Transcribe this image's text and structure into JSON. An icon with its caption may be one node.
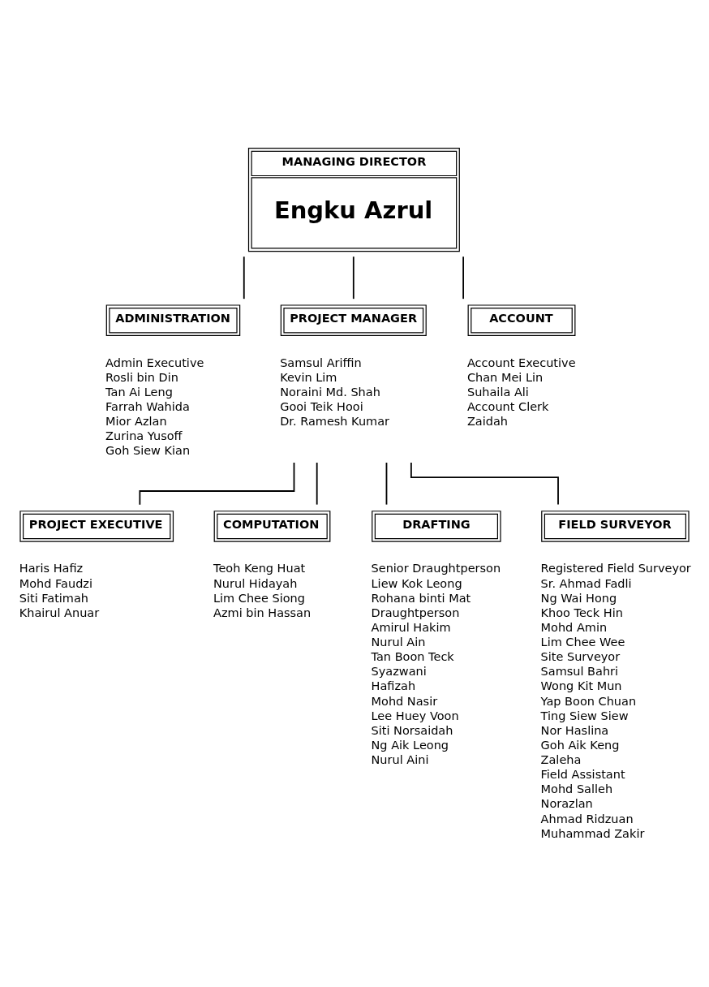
{
  "diagram": {
    "nodes": [
      {
        "text": [
          "MANAGING DIRECTOR",
          "Engku Azrul"
        ]
      },
      {
        "text": [
          "ADMINISTRATION"
        ],
        "beside": [
          "Admin Executive",
          "Rosli bin Din",
          "Tan Ai Leng",
          "Farrah Wahida",
          "Mior Azlan",
          "Zurina Yusoff",
          "Goh Siew Kian"
        ]
      },
      {
        "text": [
          "PROJECT MANAGER"
        ],
        "beside": [
          "Samsul Ariffin",
          "Kevin Lim",
          "Noraini Md. Shah",
          "Gooi Teik Hooi",
          "Dr. Ramesh Kumar"
        ]
      },
      {
        "text": [
          "ACCOUNT"
        ],
        "beside": [
          "Account Executive",
          "Chan Mei Lin",
          "Suhaila Ali",
          "Account Clerk",
          "Zaidah"
        ]
      },
      {
        "text": [
          "PROJECT EXECUTIVE"
        ],
        "beside": [
          "Haris Hafiz",
          "Mohd Faudzi",
          "Siti Fatimah",
          "Khairul Anuar"
        ]
      },
      {
        "text": [
          "COMPUTATION"
        ],
        "beside": [
          "Teoh Keng Huat",
          "Nurul Hidayah",
          "Lim Chee Siong",
          "Azmi bin Hassan"
        ]
      },
      {
        "text": [
          "DRAFTING"
        ],
        "beside": [
          "Senior Draughtperson",
          "Liew Kok Leong",
          "Rohana binti Mat",
          "Draughtperson",
          "Amirul Hakim",
          "Nurul Ain",
          "Tan Boon Teck",
          "Syazwani",
          "Hafizah",
          "Mohd Nasir",
          "Lee Huey Voon",
          "Siti Norsaidah",
          "Ng Aik Leong",
          "Nurul Aini"
        ]
      },
      {
        "text": [
          "FIELD SURVEYOR"
        ],
        "beside": [
          "Registered Field Surveyor",
          "Sr. Ahmad Fadli",
          "Ng Wai Hong",
          "Khoo Teck Hin",
          "Mohd Amin",
          "Lim Chee Wee",
          "Site Surveyor",
          "Samsul Bahri",
          "Wong Kit Mun",
          "Yap Boon Chuan",
          "Ting Siew Siew",
          "Nor Haslina",
          "Goh Aik Keng",
          "Zaleha",
          "Field Assistant",
          "Mohd Salleh",
          "Norazlan",
          "Ahmad Ridzuan",
          "Muhammad Zakir"
        ]
      }
    ],
    "edges": [
      {
        "from": 0,
        "to": 1,
        "arrow": "none"
      },
      {
        "from": 0,
        "to": 2,
        "arrow": "none"
      },
      {
        "from": 0,
        "to": 3,
        "arrow": "none"
      },
      {
        "from": 2,
        "to": 4,
        "arrow": "none"
      },
      {
        "from": 2,
        "to": 5,
        "arrow": "none"
      },
      {
        "from": 2,
        "to": 6,
        "arrow": "none"
      },
      {
        "from": 2,
        "to": 7,
        "arrow": "none"
      }
    ]
  }
}
